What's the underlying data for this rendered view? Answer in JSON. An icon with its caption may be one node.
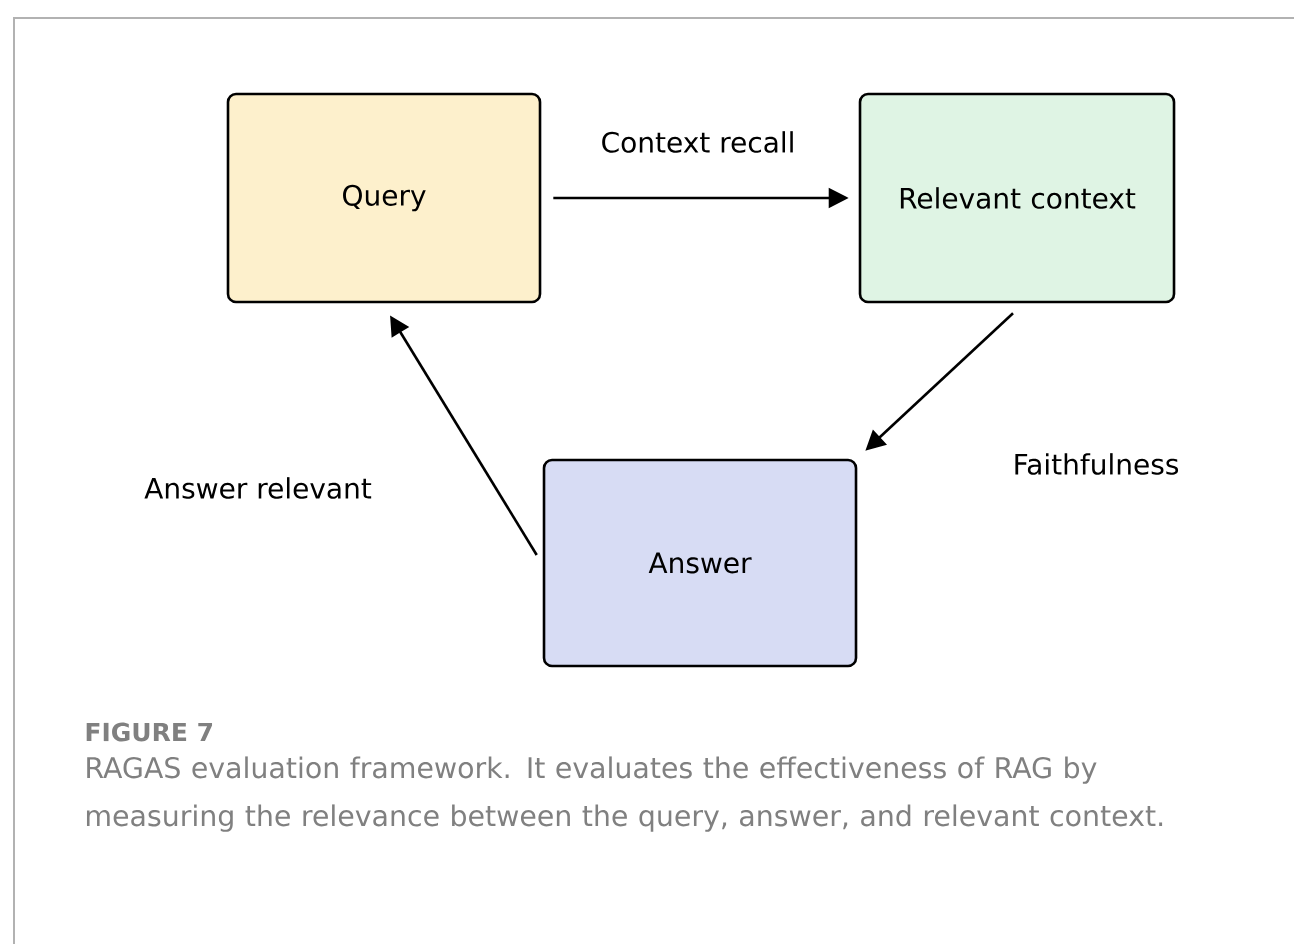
{
  "diagram": {
    "nodes": [
      {
        "text": [
          "Query"
        ]
      },
      {
        "text": [
          "Relevant context"
        ]
      },
      {
        "text": [
          "Answer"
        ]
      }
    ],
    "edges": [
      {
        "from": 0,
        "to": 1,
        "arrow": "to",
        "label": "Context recall"
      },
      {
        "from": 1,
        "to": 2,
        "arrow": "to",
        "label": "Faithfulness"
      },
      {
        "from": 2,
        "to": 0,
        "arrow": "to",
        "label": "Answer relevant"
      }
    ],
    "labels": [
      "FIGURE 7"
    ],
    "caption": "RAGAS evaluation framework. It evaluates the effectiveness of RAG by measuring the relevance between the query, answer, and relevant context."
  }
}
